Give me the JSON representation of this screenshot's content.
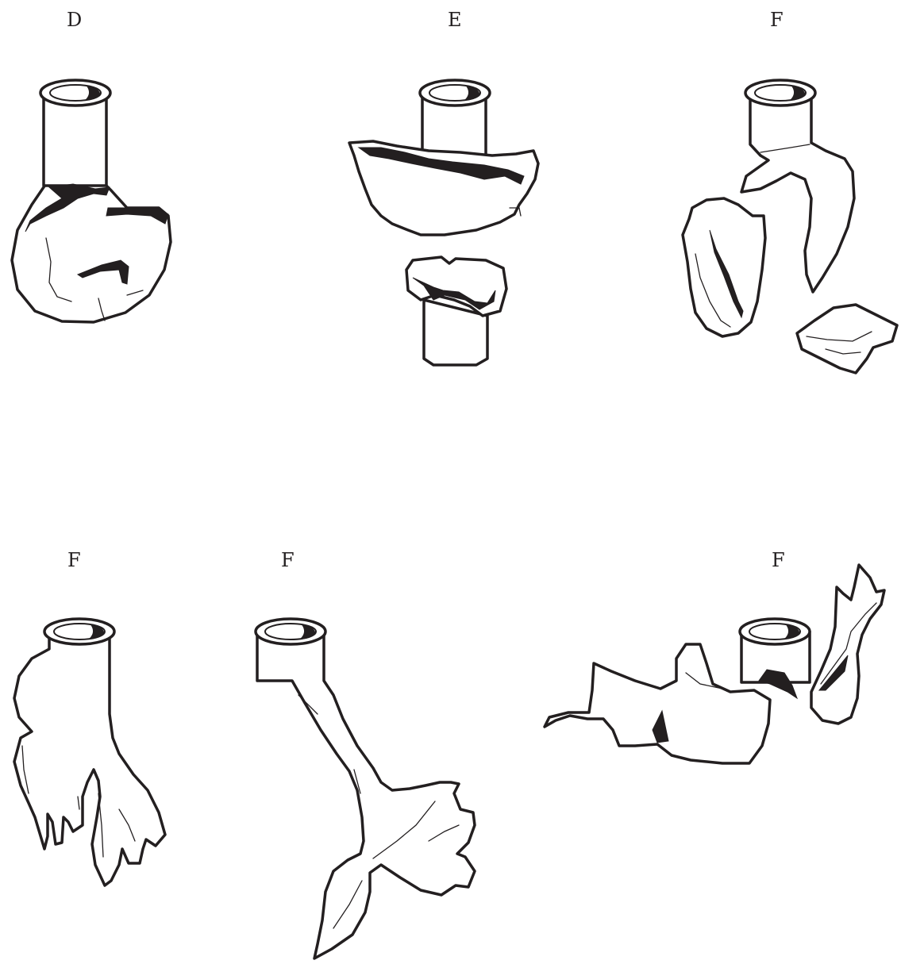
{
  "figure": {
    "panels": [
      {
        "id": "D",
        "label": "D"
      },
      {
        "id": "E",
        "label": "E"
      },
      {
        "id": "F1",
        "label": "F"
      },
      {
        "id": "F2",
        "label": "F"
      },
      {
        "id": "F3",
        "label": "F"
      },
      {
        "id": "F4",
        "label": "F"
      }
    ]
  },
  "colors": {
    "ink": "#231f20",
    "background": "#ffffff"
  }
}
